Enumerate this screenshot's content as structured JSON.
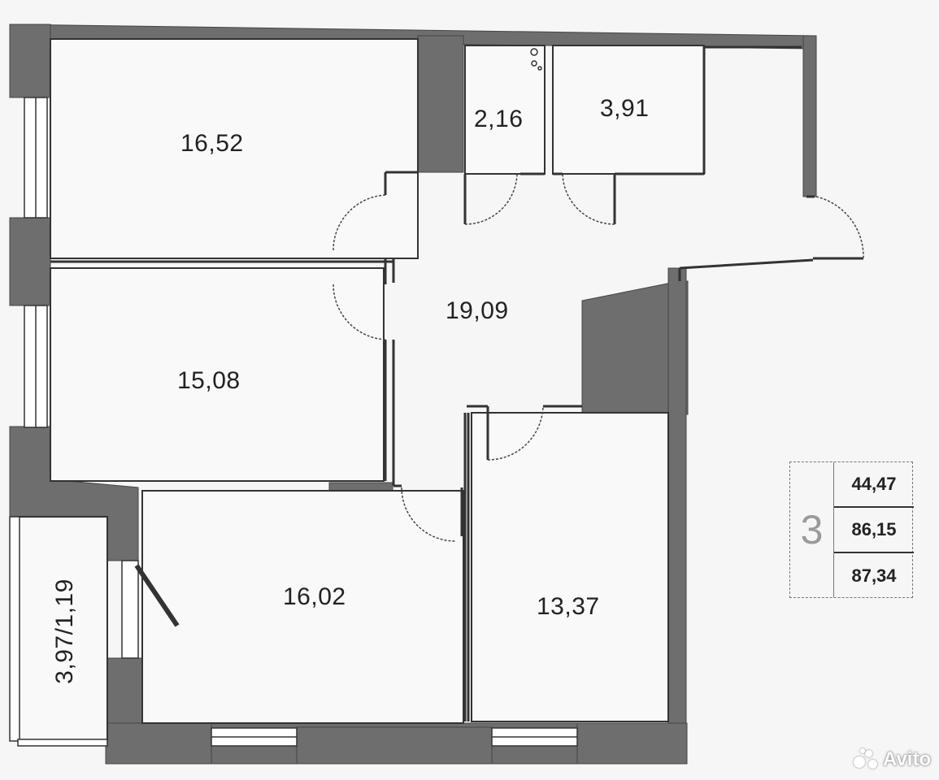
{
  "rooms": {
    "bedroom_top_left": "16,52",
    "bathroom": "2,16",
    "wc_storage": "3,91",
    "hallway": "19,09",
    "bedroom_middle_left": "15,08",
    "living_room": "16,02",
    "kitchen": "13,37",
    "balcony": "3,97/1,19"
  },
  "summary": {
    "room_count": "3",
    "values": [
      "44,47",
      "86,15",
      "87,34"
    ]
  },
  "watermark": {
    "text": "Avito"
  },
  "colors": {
    "wall": "#6e6e6e",
    "floor": "#f6f6f6",
    "line": "#333333"
  }
}
